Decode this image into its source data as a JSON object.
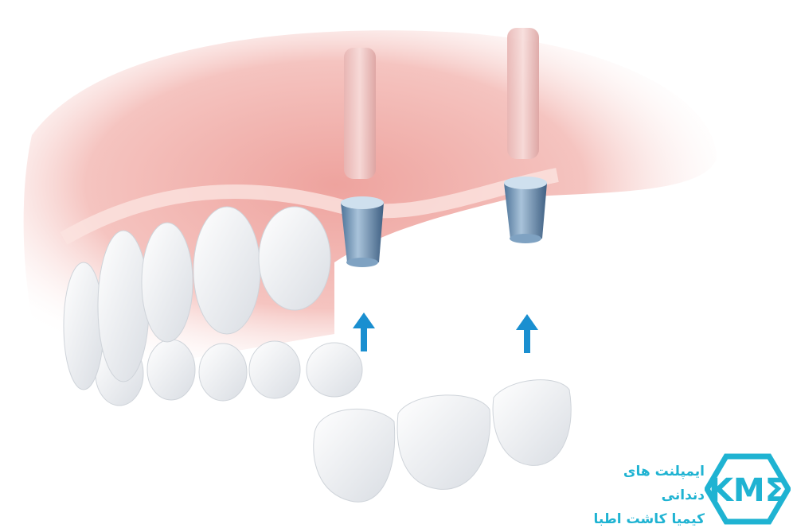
{
  "logo": {
    "line1": "ایمپلنت های دندانی",
    "line2": "کیمیا کاشت اطبا",
    "mark": "KMΣ",
    "color": "#1fb3d2"
  },
  "colors": {
    "gum": "#f2b5b0",
    "gum_light": "#fbe3e0",
    "abutment": "#6f94b5",
    "arrow": "#1a8fd0",
    "tooth": "#f7f8fa"
  }
}
